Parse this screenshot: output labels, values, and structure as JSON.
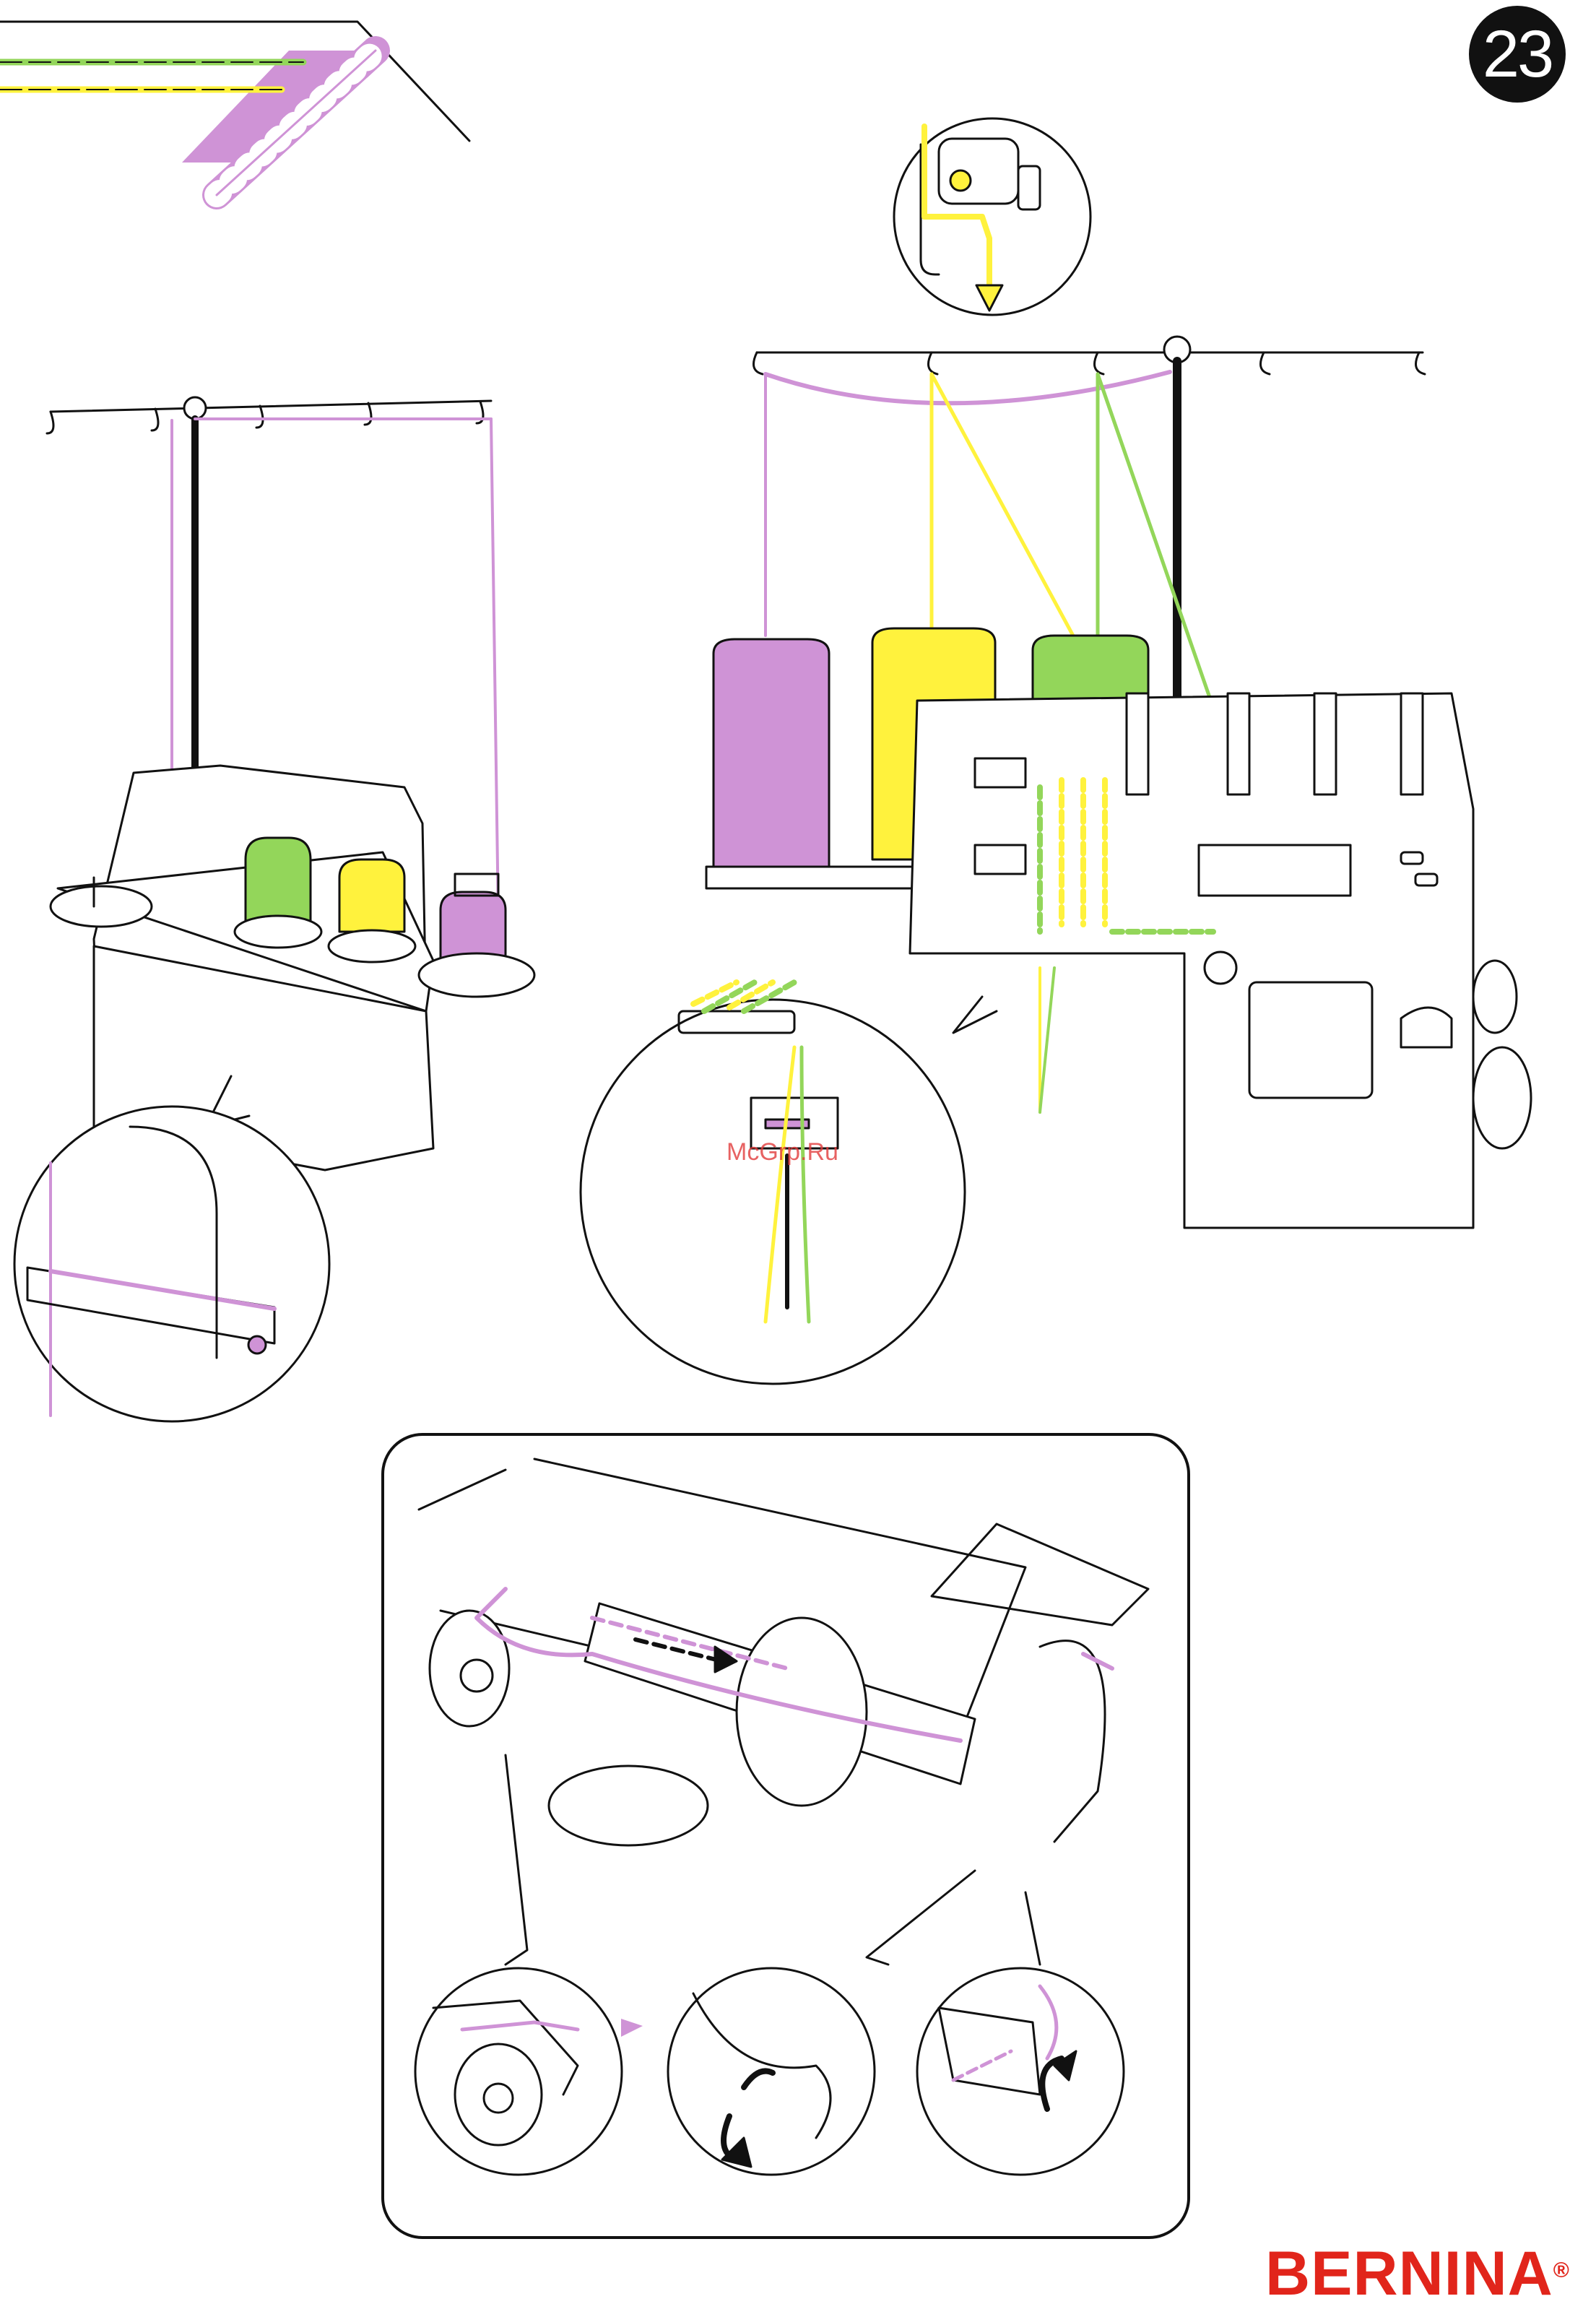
{
  "page": {
    "number": "23"
  },
  "brand": {
    "name": "BERNINA",
    "registered": "®",
    "color": "#e1251b"
  },
  "watermark": "McGrp.Ru",
  "colors": {
    "purple_thread": "#cf93d6",
    "yellow_thread": "#fff23d",
    "green_thread": "#93d65a",
    "line": "#111111",
    "background": "#ffffff"
  },
  "illustrations": [
    {
      "name": "stitch-sample",
      "icon": "stitch-sample-icon"
    },
    {
      "name": "thread-guide-detail",
      "icon": "thread-guide-icon"
    },
    {
      "name": "serger-small-view",
      "icon": "serger-icon"
    },
    {
      "name": "serger-thread-stand-view",
      "icon": "serger-icon"
    },
    {
      "name": "needle-area-detail",
      "icon": "needle-icon"
    },
    {
      "name": "lower-looper-threading",
      "icon": "looper-icon"
    }
  ]
}
